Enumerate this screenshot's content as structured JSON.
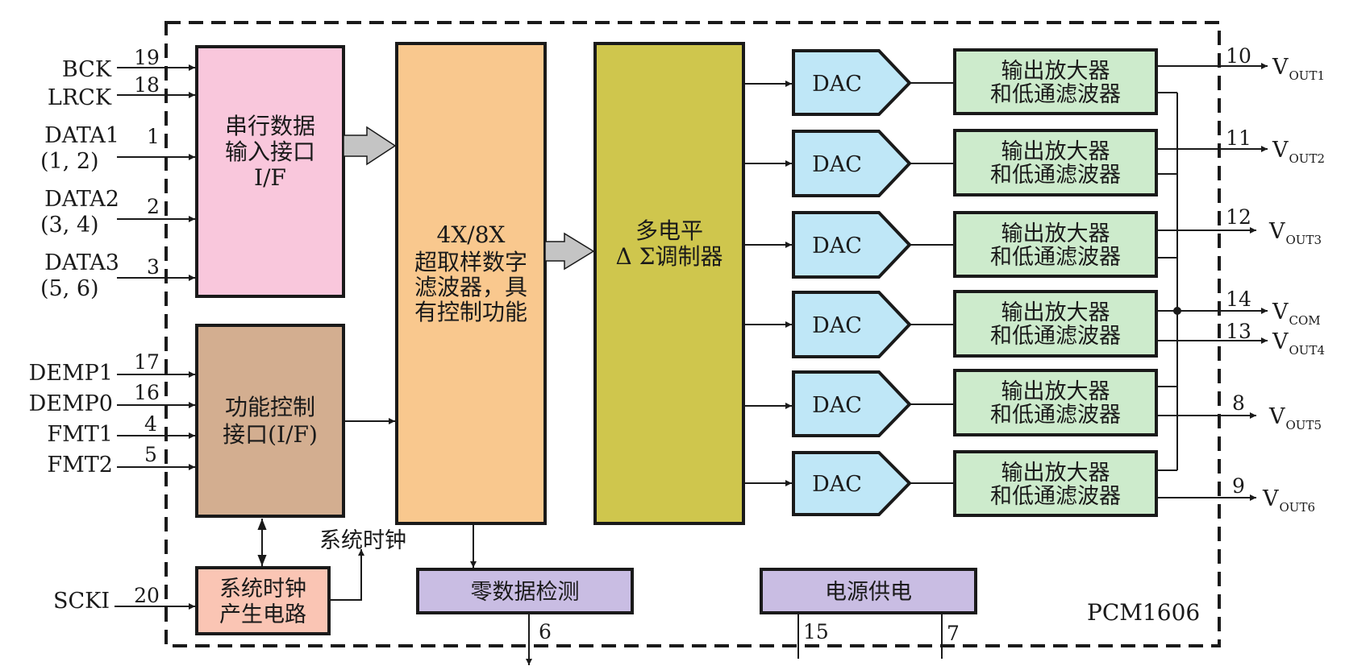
{
  "chip": "PCM1606",
  "inputs": [
    {
      "name": "BCK",
      "pin": "19"
    },
    {
      "name": "LRCK",
      "pin": "18"
    },
    {
      "name": "DATA1",
      "sub": "(1, 2)",
      "pin": "1"
    },
    {
      "name": "DATA2",
      "sub": "(3, 4)",
      "pin": "2"
    },
    {
      "name": "DATA3",
      "sub": "(5, 6)",
      "pin": "3"
    },
    {
      "name": "DEMP1",
      "pin": "17"
    },
    {
      "name": "DEMP0",
      "pin": "16"
    },
    {
      "name": "FMT1",
      "pin": "4"
    },
    {
      "name": "FMT2",
      "pin": "5"
    },
    {
      "name": "SCKI",
      "pin": "20"
    }
  ],
  "blocks": {
    "serial": [
      "串行数据",
      "输入接口",
      "I/F"
    ],
    "func": [
      "功能控制",
      "接口(I/F)"
    ],
    "filter": [
      "4X/8X",
      "超取样数字",
      "滤波器，具",
      "有控制功能"
    ],
    "mod": [
      "多电平",
      "Δ Σ调制器"
    ],
    "clockgen": [
      "系统时钟",
      "产生电路"
    ],
    "clock_label": "系统时钟",
    "zero": "零数据检测",
    "power": "电源供电",
    "dac": "DAC",
    "amp": [
      "输出放大器",
      "和低通滤波器"
    ]
  },
  "outputs": [
    {
      "pin": "10",
      "v": "V",
      "sub": "OUT1"
    },
    {
      "pin": "11",
      "v": "V",
      "sub": "OUT2"
    },
    {
      "pin": "12",
      "v": "V",
      "sub": "OUT3"
    },
    {
      "pin": "14",
      "v": "V",
      "sub": "COM"
    },
    {
      "pin": "13",
      "v": "V",
      "sub": "OUT4"
    },
    {
      "pin": "8",
      "v": "V",
      "sub": "OUT5"
    },
    {
      "pin": "9",
      "v": "V",
      "sub": "OUT6"
    }
  ],
  "bottom_pins": {
    "zero": "6",
    "power_left": "15",
    "power_right": "7"
  },
  "colors": {
    "serial": "#f9c7dc",
    "func": "#d3ae90",
    "filter": "#f9c88e",
    "mod": "#cfc64d",
    "dac": "#bfe7f7",
    "amp": "#cdebcc",
    "clockgen": "#fac5b4",
    "purple": "#c9bde3",
    "arrow_fill": "#c4c4c4"
  }
}
